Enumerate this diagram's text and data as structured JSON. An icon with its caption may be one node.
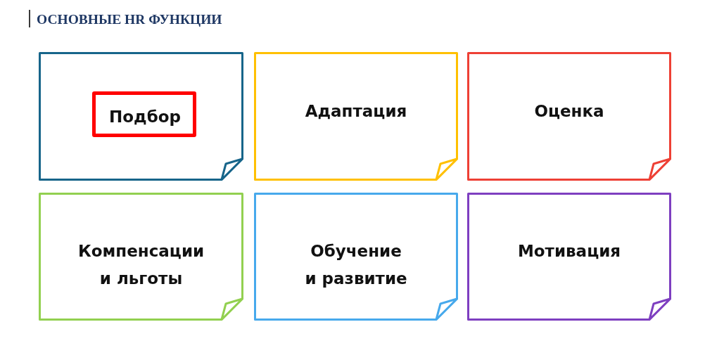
{
  "diagram": {
    "title": "ОСНОВНЫЕ HR ФУНКЦИИ",
    "nodes": [
      {
        "text": [],
        "shape": "box"
      },
      {
        "text": [
          "Подбор"
        ],
        "in": 0
      },
      {
        "text": [
          "Адаптация"
        ]
      },
      {
        "text": [
          "Оценка"
        ]
      },
      {
        "text": [
          "Компенсации и льготы"
        ]
      },
      {
        "text": [
          "Обучение и развитие"
        ]
      },
      {
        "text": [
          "Мотивация"
        ]
      }
    ]
  }
}
